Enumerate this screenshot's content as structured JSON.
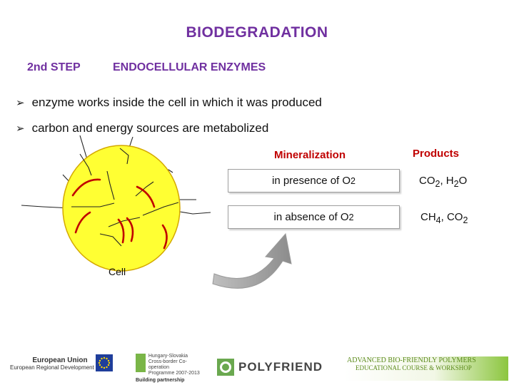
{
  "title": "BIODEGRADATION",
  "step_label": "2nd STEP",
  "enzyme_type": "ENDOCELLULAR ENZYMES",
  "bullets": [
    "enzyme works inside the cell in which it was produced",
    "carbon and energy sources are metabolized"
  ],
  "mineralization_header": "Mineralization",
  "products_header": "Products",
  "conditions": [
    {
      "text": "in presence of O",
      "sub": "2"
    },
    {
      "text": "in absence of O",
      "sub": "2"
    }
  ],
  "products": [
    {
      "a": "CO",
      "a_sub": "2",
      "sep": ", ",
      "b": "H",
      "b_sub": "2",
      "b_tail": "O"
    },
    {
      "a": "CH",
      "a_sub": "4",
      "sep": ", ",
      "b": "CO",
      "b_sub": "2",
      "b_tail": ""
    }
  ],
  "cell_label": "Cell",
  "footer": {
    "eu_title": "European Union",
    "eu_subtitle": "European Regional Development Fund",
    "hu_sk_lines": [
      "Hungary-Slovakia",
      "Cross-border Co-operation",
      "Programme 2007-2013"
    ],
    "building": "Building partnership",
    "polyfriend": "POLYFRIEND",
    "advanced_line1": "ADVANCED BIO-FRIENDLY POLYMERS",
    "advanced_line2": "EDUCATIONAL COURSE & WORKSHOP"
  },
  "colors": {
    "title": "#7030a0",
    "accent_red": "#c00000",
    "cell_fill": "#ffff33",
    "cell_border": "#d4a800",
    "arrow_grey": "#a6a6a6"
  }
}
